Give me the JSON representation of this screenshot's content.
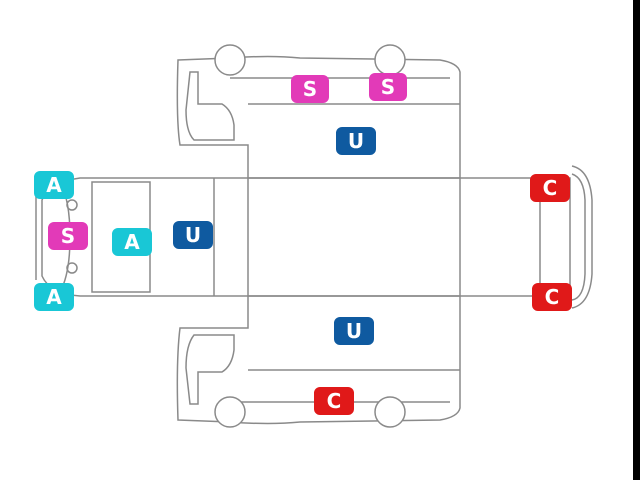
{
  "colors": {
    "outline": "#8a8a8a",
    "A": "#19c7d6",
    "S": "#e23ab8",
    "U": "#0f5aa0",
    "C": "#e01919",
    "badge_text": "#ffffff",
    "frame": "#000000"
  },
  "badges": [
    {
      "id": "s-top-left",
      "type": "S",
      "label": "S"
    },
    {
      "id": "s-top-right",
      "type": "S",
      "label": "S"
    },
    {
      "id": "u-top",
      "type": "U",
      "label": "U"
    },
    {
      "id": "a-front-top",
      "type": "A",
      "label": "A"
    },
    {
      "id": "s-front-mid",
      "type": "S",
      "label": "S"
    },
    {
      "id": "a-front-bottom",
      "type": "A",
      "label": "A"
    },
    {
      "id": "a-cab",
      "type": "A",
      "label": "A"
    },
    {
      "id": "u-cab",
      "type": "U",
      "label": "U"
    },
    {
      "id": "c-rear-top",
      "type": "C",
      "label": "C"
    },
    {
      "id": "c-rear-bottom",
      "type": "C",
      "label": "C"
    },
    {
      "id": "u-bottom",
      "type": "U",
      "label": "U"
    },
    {
      "id": "c-bottom",
      "type": "C",
      "label": "C"
    }
  ]
}
